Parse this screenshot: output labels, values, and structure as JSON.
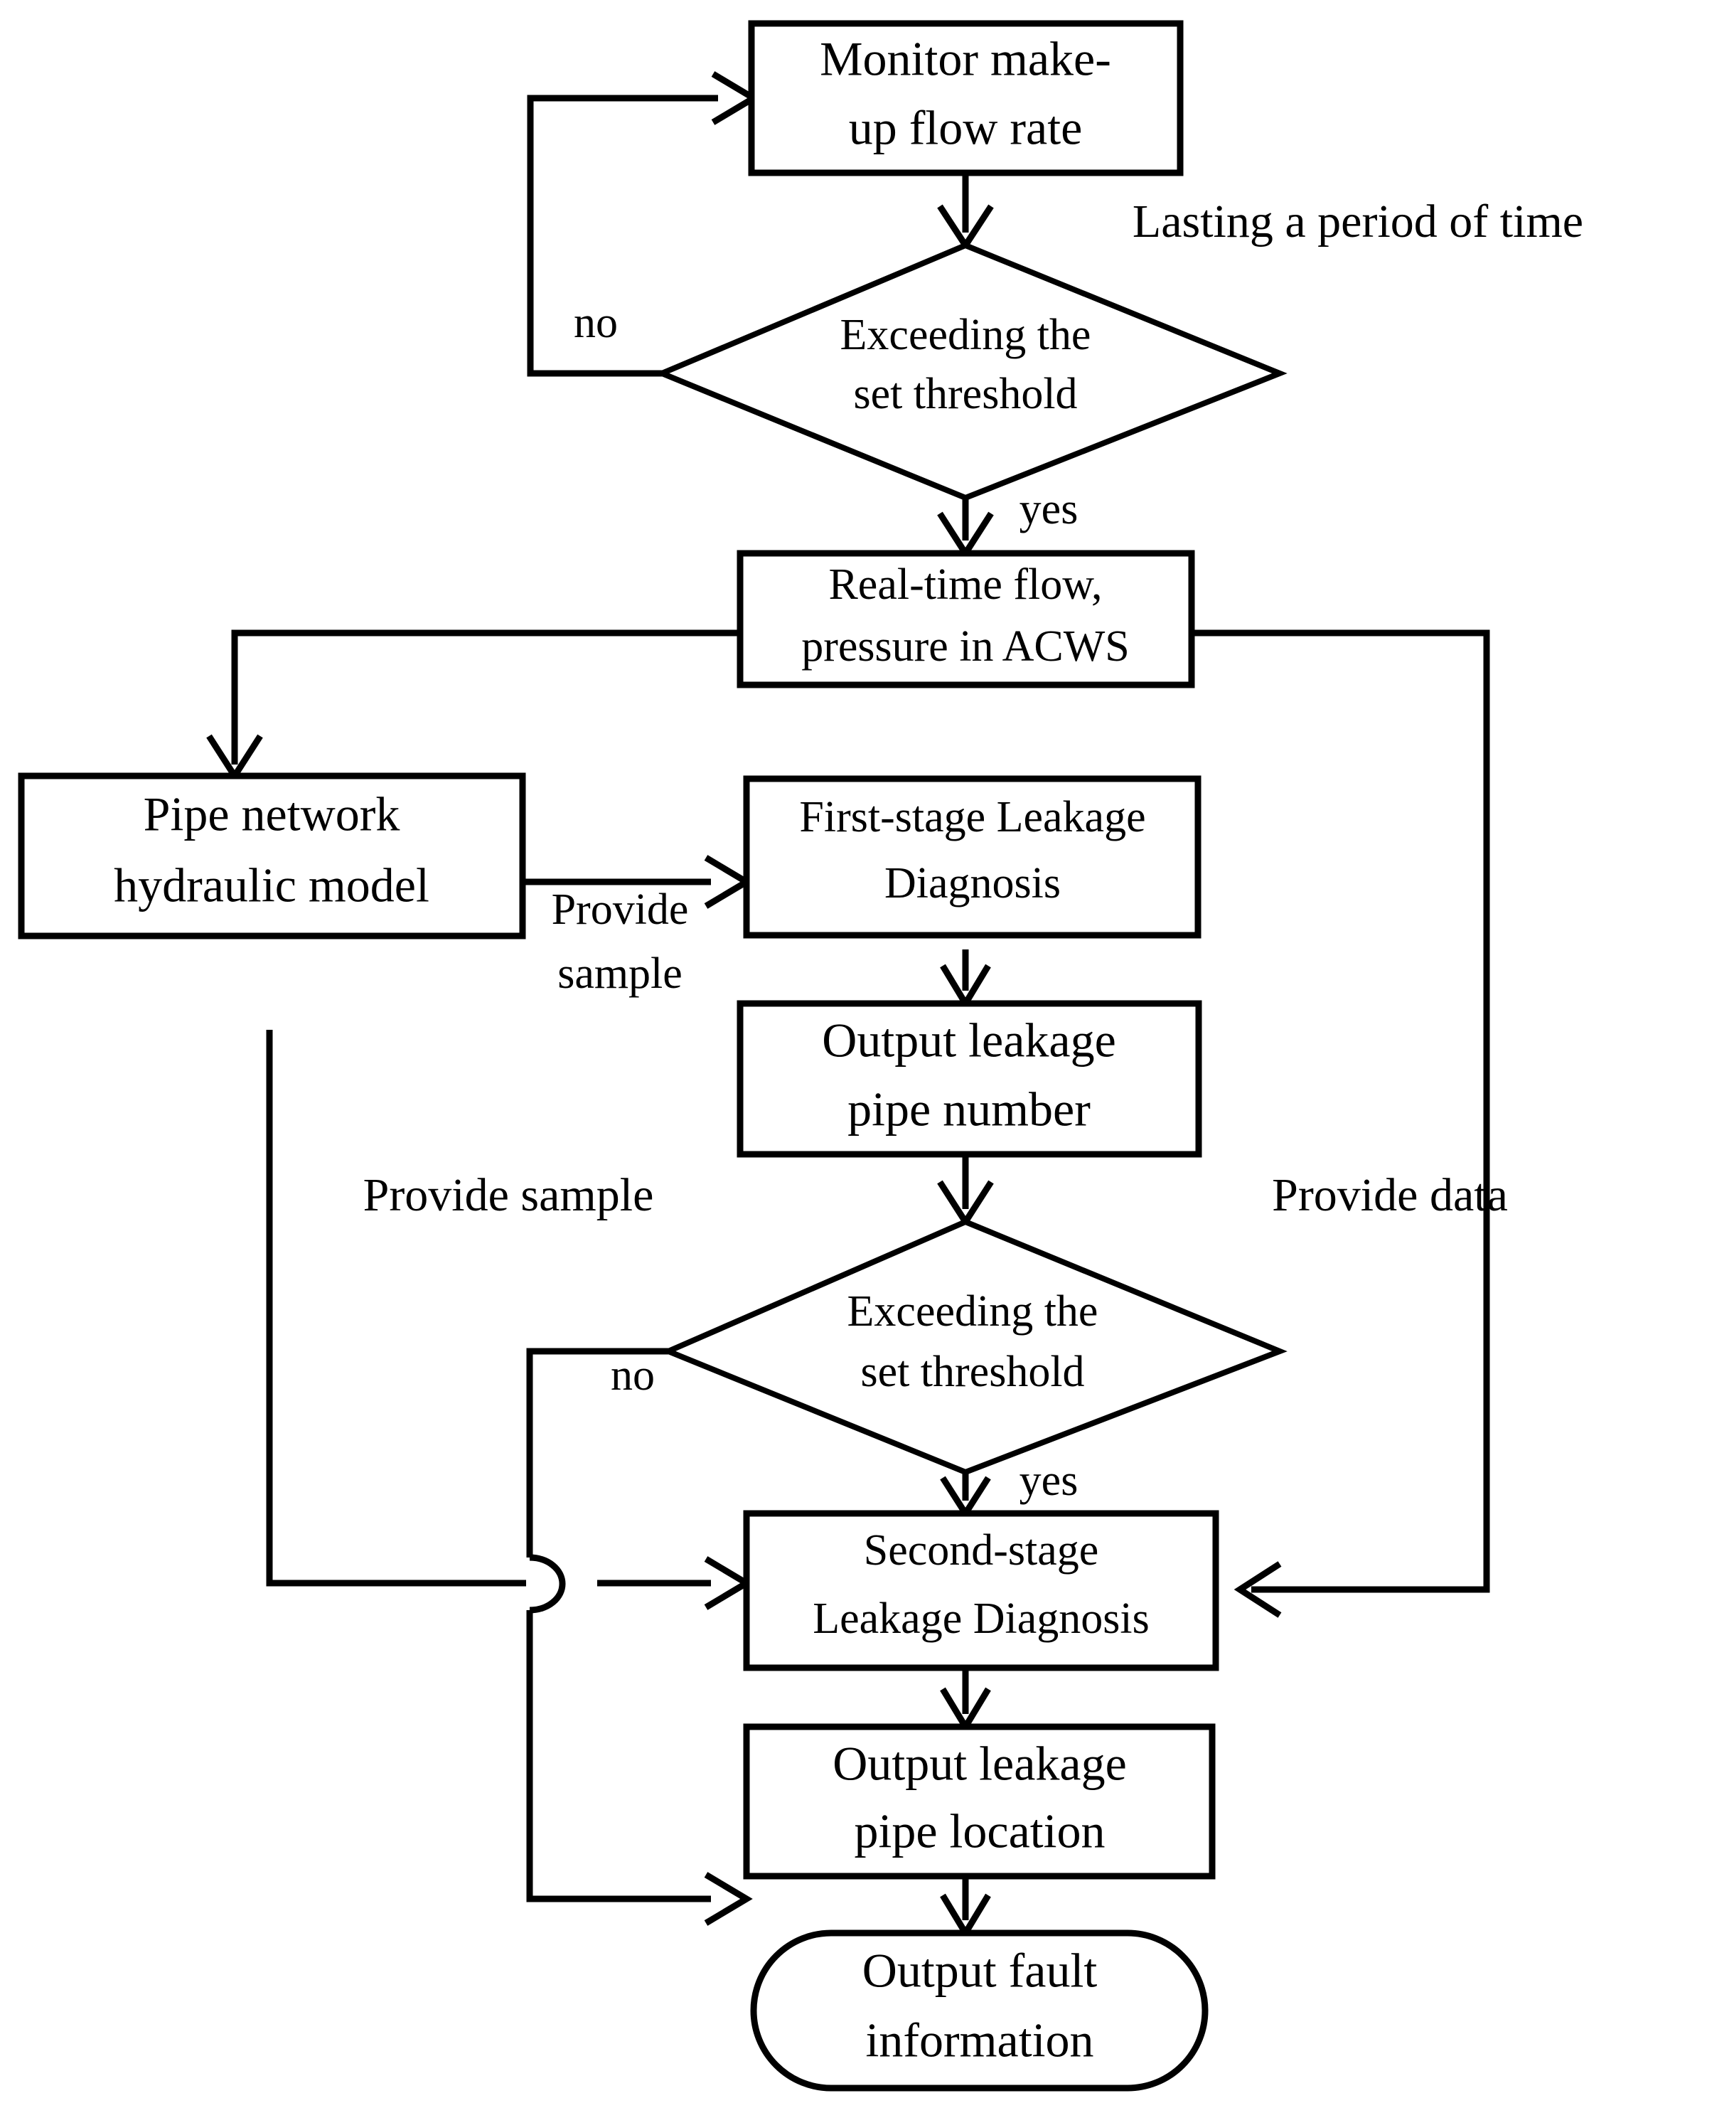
{
  "diagram": {
    "title": "Leakage diagnosis flowchart",
    "background_color": "#ffffff",
    "line_color": "#000000",
    "nodes": [
      {
        "id": "monitor",
        "type": "process",
        "line1": "Monitor make-",
        "line2": "up  flow rate"
      },
      {
        "id": "decision1",
        "type": "decision",
        "line1": "Exceeding  the",
        "line2": "set threshold"
      },
      {
        "id": "realtime",
        "type": "process",
        "line1": "Real-time flow,",
        "line2": "pressure  in ACWS"
      },
      {
        "id": "pipemodel",
        "type": "process",
        "line1": "Pipe network",
        "line2": "hydraulic model"
      },
      {
        "id": "firststage",
        "type": "process",
        "line1": "First-stage  Leakage",
        "line2": "Diagnosis"
      },
      {
        "id": "outnumber",
        "type": "process",
        "line1": "Output leakage",
        "line2": "pipe number"
      },
      {
        "id": "decision2",
        "type": "decision",
        "line1": "Exceeding  the",
        "line2": "set threshold"
      },
      {
        "id": "secondstage",
        "type": "process",
        "line1": "Second-stage",
        "line2": "Leakage Diagnosis"
      },
      {
        "id": "outlocation",
        "type": "process",
        "line1": "Output leakage",
        "line2": "pipe location"
      },
      {
        "id": "outfault",
        "type": "terminal",
        "line1": "Output fault",
        "line2": "information"
      }
    ],
    "edge_labels": {
      "lasting": "Lasting a period of time",
      "no_top": "no",
      "yes_top": "yes",
      "provide_sample_right": "Provide",
      "provide_sample_right2": "sample",
      "provide_sample_left": "Provide sample",
      "provide_data": "Provide data",
      "no_bottom": "no",
      "yes_bottom": "yes"
    }
  }
}
